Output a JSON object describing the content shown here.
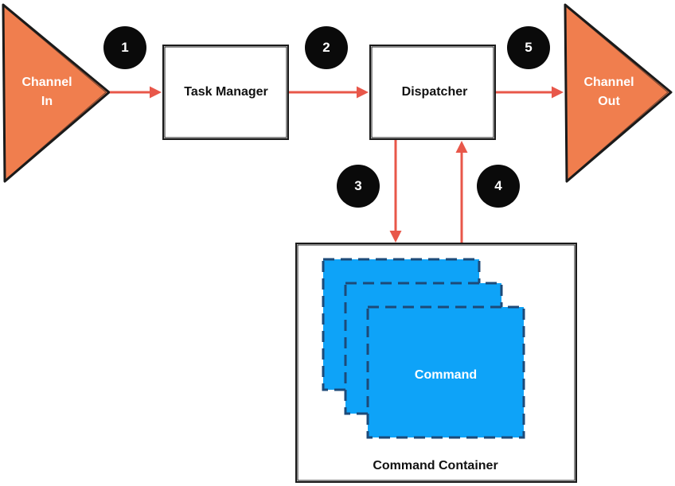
{
  "colors": {
    "accent_orange": "#F07E4E",
    "arrow_red": "#E8574A",
    "command_blue": "#0EA3F8",
    "outline": "#222222",
    "badge": "#0A0A0A"
  },
  "nodes": {
    "channel_in": "Channel\nIn",
    "task_manager": "Task Manager",
    "dispatcher": "Dispatcher",
    "channel_out": "Channel\nOut",
    "command": "Command",
    "command_container": "Command Container"
  },
  "steps": [
    "1",
    "2",
    "3",
    "4",
    "5"
  ]
}
